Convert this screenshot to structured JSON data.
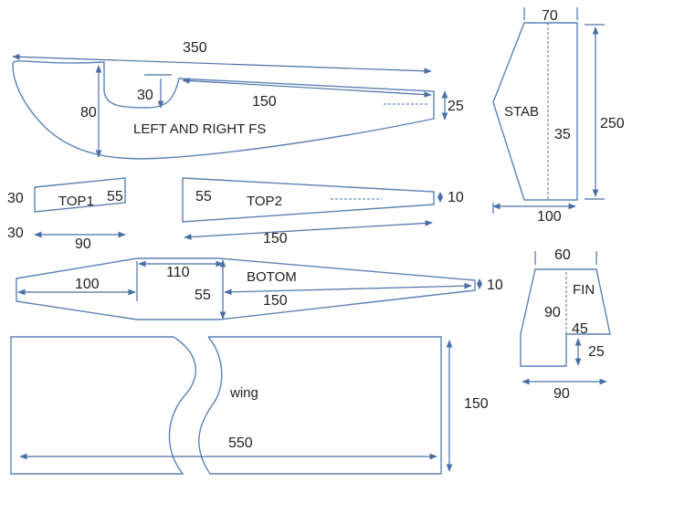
{
  "colors": {
    "outline": "#5b82b6",
    "dimension": "#4a6fa5",
    "text": "#222222"
  },
  "fuselage_side": {
    "label": "LEFT AND RIGHT FS",
    "dim_length": "350",
    "dim_height": "80",
    "dim_cutout": "30",
    "dim_taper": "150",
    "dim_tail": "25"
  },
  "top1": {
    "label": "TOP1",
    "dim_left": "30",
    "dim_right": "55",
    "dim_bottom": "30",
    "dim_length": "90"
  },
  "top2": {
    "label": "TOP2",
    "dim_left": "55",
    "dim_right": "10",
    "dim_length": "150"
  },
  "bottom": {
    "label": "BOTOM",
    "dim_left_len": "100",
    "dim_mid_len": "110",
    "dim_height": "55",
    "dim_right_len": "150",
    "dim_tip": "10"
  },
  "wing": {
    "label": "wing",
    "dim_span": "550",
    "dim_chord": "150"
  },
  "stab": {
    "label": "STAB",
    "dim_top": "70",
    "dim_mid": "35",
    "dim_height": "250",
    "dim_bottom": "100"
  },
  "fin": {
    "label": "FIN",
    "dim_top": "60",
    "dim_height": "90",
    "dim_step": "45",
    "dim_tab": "25",
    "dim_bottom": "90"
  }
}
